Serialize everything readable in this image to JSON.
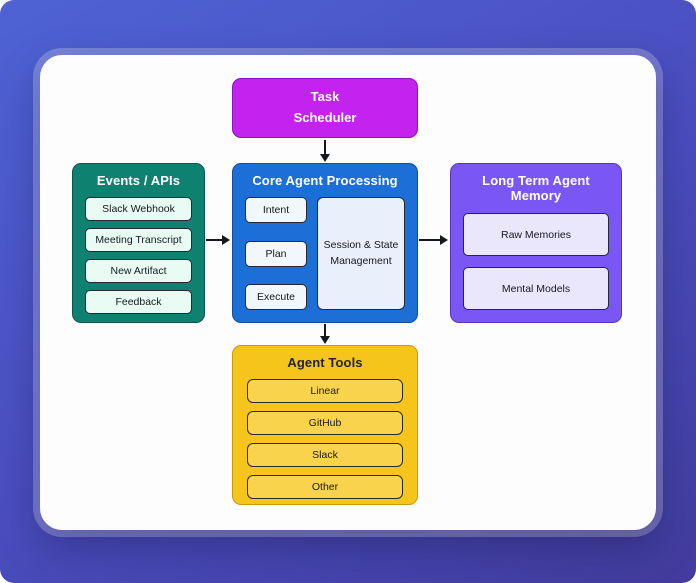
{
  "palette": {
    "background_gradient_start": "#4e63d4",
    "background_gradient_end": "#413c9c",
    "card_bg": "#fdfdfe",
    "scheduler_bg": "#c322ef",
    "core_bg": "#1b6fd7",
    "events_bg": "#0e8170",
    "memory_bg": "#7a57f5",
    "tools_bg": "#f5c51c",
    "item_border": "#232a36",
    "arrow_color": "#15181d"
  },
  "nodes": {
    "scheduler": {
      "label": "Task Scheduler",
      "lines": [
        "Task",
        "Scheduler"
      ]
    },
    "events": {
      "title": "Events / APIs",
      "items": [
        "Slack Webhook",
        "Meeting Transcript",
        "New Artifact",
        "Feedback"
      ]
    },
    "core": {
      "title": "Core Agent Processing",
      "steps": [
        "Intent",
        "Plan",
        "Execute"
      ],
      "session_label": "Session & State Management",
      "session_lines": [
        "Session & State",
        "Management"
      ]
    },
    "memory": {
      "title": "Long Term Agent Memory",
      "items": [
        "Raw Memories",
        "Mental Models"
      ]
    },
    "tools": {
      "title": "Agent Tools",
      "items": [
        "Linear",
        "GitHub",
        "Slack",
        "Other"
      ]
    }
  }
}
